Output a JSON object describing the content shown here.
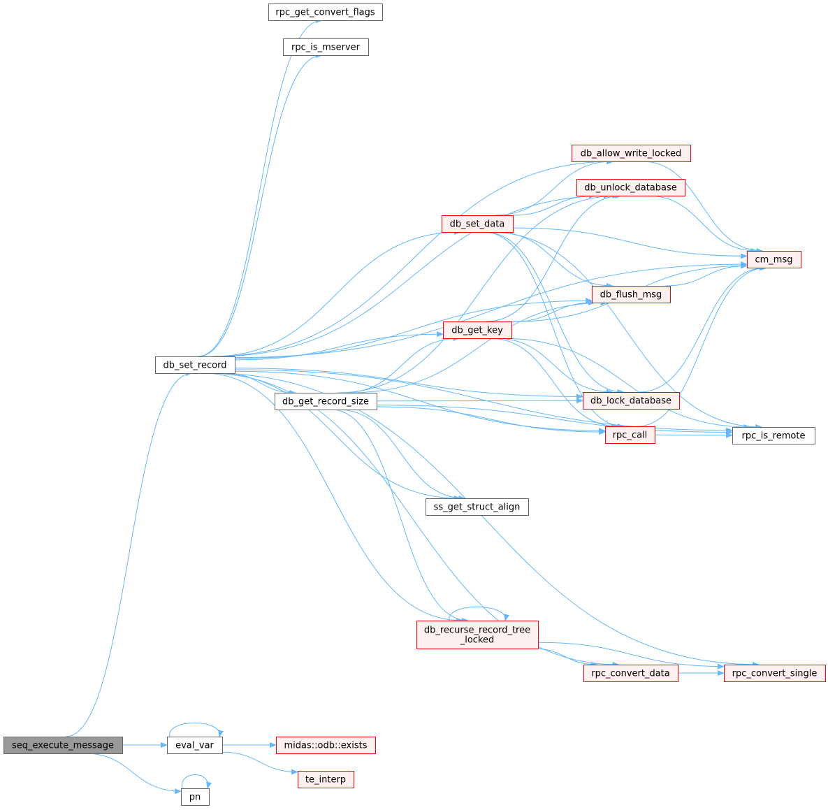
{
  "colors": {
    "edge": "#63b8ff",
    "normal_fill": "#ffffff",
    "normal_stroke": "#666666",
    "highlight_fill": "#fff0f0",
    "highlight_stroke": "#ff0000",
    "root_fill": "#999999",
    "root_stroke": "#666666"
  },
  "nodes": {
    "seq_execute_message": {
      "lines": [
        "seq_execute_message"
      ],
      "style": "root"
    },
    "db_set_record": {
      "lines": [
        "db_set_record"
      ],
      "style": "normal"
    },
    "rpc_get_convert_flags": {
      "lines": [
        "rpc_get_convert_flags"
      ],
      "style": "normal"
    },
    "rpc_is_mserver": {
      "lines": [
        "rpc_is_mserver"
      ],
      "style": "normal"
    },
    "db_allow_write_locked": {
      "lines": [
        "db_allow_write_locked"
      ],
      "style": "highlight"
    },
    "db_unlock_database": {
      "lines": [
        "db_unlock_database"
      ],
      "style": "highlight"
    },
    "db_set_data": {
      "lines": [
        "db_set_data"
      ],
      "style": "highlight"
    },
    "cm_msg": {
      "lines": [
        "cm_msg"
      ],
      "style": "highlight"
    },
    "db_flush_msg": {
      "lines": [
        "db_flush_msg"
      ],
      "style": "highlight"
    },
    "db_get_key": {
      "lines": [
        "db_get_key"
      ],
      "style": "highlight"
    },
    "db_get_record_size": {
      "lines": [
        "db_get_record_size"
      ],
      "style": "normal"
    },
    "db_lock_database": {
      "lines": [
        "db_lock_database"
      ],
      "style": "highlight"
    },
    "rpc_call": {
      "lines": [
        "rpc_call"
      ],
      "style": "highlight"
    },
    "rpc_is_remote": {
      "lines": [
        "rpc_is_remote"
      ],
      "style": "normal"
    },
    "ss_get_struct_align": {
      "lines": [
        "ss_get_struct_align"
      ],
      "style": "normal"
    },
    "db_recurse_record_tree_locked": {
      "lines": [
        "db_recurse_record_tree",
        "_locked"
      ],
      "style": "highlight"
    },
    "rpc_convert_data": {
      "lines": [
        "rpc_convert_data"
      ],
      "style": "highlight"
    },
    "rpc_convert_single": {
      "lines": [
        "rpc_convert_single"
      ],
      "style": "highlight"
    },
    "eval_var": {
      "lines": [
        "eval_var"
      ],
      "style": "normal"
    },
    "midas_odb_exists": {
      "lines": [
        "midas::odb::exists"
      ],
      "style": "highlight"
    },
    "te_interp": {
      "lines": [
        "te_interp"
      ],
      "style": "highlight"
    },
    "pn": {
      "lines": [
        "pn"
      ],
      "style": "normal"
    }
  },
  "edges": [
    [
      "seq_execute_message",
      "db_set_record"
    ],
    [
      "seq_execute_message",
      "eval_var"
    ],
    [
      "seq_execute_message",
      "pn"
    ],
    [
      "db_set_record",
      "rpc_get_convert_flags"
    ],
    [
      "db_set_record",
      "rpc_is_mserver"
    ],
    [
      "db_set_record",
      "cm_msg"
    ],
    [
      "db_set_record",
      "db_allow_write_locked"
    ],
    [
      "db_set_record",
      "db_unlock_database"
    ],
    [
      "db_set_record",
      "db_set_data"
    ],
    [
      "db_set_record",
      "db_flush_msg"
    ],
    [
      "db_set_record",
      "db_get_key"
    ],
    [
      "db_set_record",
      "db_get_record_size"
    ],
    [
      "db_set_record",
      "db_lock_database"
    ],
    [
      "db_set_record",
      "ss_get_struct_align"
    ],
    [
      "db_set_record",
      "rpc_call"
    ],
    [
      "db_set_record",
      "rpc_is_remote"
    ],
    [
      "db_set_record",
      "db_recurse_record_tree_locked"
    ],
    [
      "db_set_record",
      "rpc_convert_data"
    ],
    [
      "db_set_record",
      "rpc_convert_single"
    ],
    [
      "db_set_data",
      "db_allow_write_locked"
    ],
    [
      "db_set_data",
      "db_unlock_database"
    ],
    [
      "db_set_data",
      "cm_msg"
    ],
    [
      "db_set_data",
      "db_flush_msg"
    ],
    [
      "db_set_data",
      "db_lock_database"
    ],
    [
      "db_set_data",
      "rpc_call"
    ],
    [
      "db_set_data",
      "rpc_is_remote"
    ],
    [
      "db_allow_write_locked",
      "cm_msg"
    ],
    [
      "db_unlock_database",
      "cm_msg"
    ],
    [
      "db_flush_msg",
      "cm_msg"
    ],
    [
      "db_get_key",
      "db_unlock_database"
    ],
    [
      "db_get_key",
      "db_flush_msg"
    ],
    [
      "db_get_key",
      "cm_msg"
    ],
    [
      "db_get_key",
      "db_lock_database"
    ],
    [
      "db_get_key",
      "rpc_call"
    ],
    [
      "db_get_key",
      "rpc_is_remote"
    ],
    [
      "db_get_record_size",
      "db_unlock_database"
    ],
    [
      "db_get_record_size",
      "db_flush_msg"
    ],
    [
      "db_get_record_size",
      "db_get_key"
    ],
    [
      "db_get_record_size",
      "db_lock_database"
    ],
    [
      "db_get_record_size",
      "rpc_call"
    ],
    [
      "db_get_record_size",
      "rpc_is_remote"
    ],
    [
      "db_get_record_size",
      "ss_get_struct_align"
    ],
    [
      "db_get_record_size",
      "db_recurse_record_tree_locked"
    ],
    [
      "db_lock_database",
      "cm_msg"
    ],
    [
      "rpc_call",
      "cm_msg"
    ],
    [
      "rpc_call",
      "rpc_is_remote"
    ],
    [
      "db_recurse_record_tree_locked",
      "db_recurse_record_tree_locked"
    ],
    [
      "db_recurse_record_tree_locked",
      "rpc_convert_data"
    ],
    [
      "db_recurse_record_tree_locked",
      "rpc_convert_single"
    ],
    [
      "rpc_convert_data",
      "rpc_convert_single"
    ],
    [
      "eval_var",
      "eval_var"
    ],
    [
      "eval_var",
      "midas_odb_exists"
    ],
    [
      "eval_var",
      "te_interp"
    ],
    [
      "pn",
      "pn"
    ]
  ]
}
